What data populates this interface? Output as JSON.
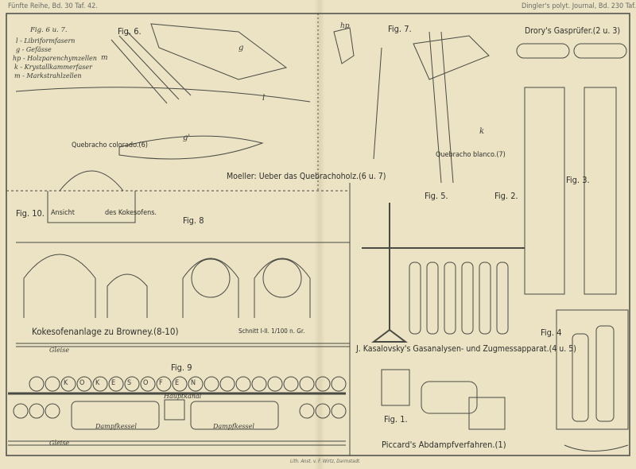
{
  "header": {
    "left": "Fünfte Reihe, Bd. 30 Taf. 42.",
    "right": "Dingler's polyt. Journal, Bd. 230 Taf. 42."
  },
  "legend": {
    "title": "Fig. 6 u. 7.",
    "items": [
      "l - Libriformfasern",
      "g - Gefässe",
      "hp - Holzparenchymzellen",
      "k - Krystallkammerfaser",
      "m - Markstrahlzellen"
    ]
  },
  "figures": {
    "fig6": "Fig. 6.",
    "fig7": "Fig. 7.",
    "fig5": "Fig. 5.",
    "fig2": "Fig. 2.",
    "fig3": "Fig. 3.",
    "fig8": "Fig. 8",
    "fig9": "Fig. 9",
    "fig10": "Fig. 10.",
    "fig4": "Fig. 4",
    "fig1": "Fig. 1."
  },
  "captions": {
    "quebracho_colorado": "Quebracho colorado.(6)",
    "quebracho_blanco": "Quebracho blanco.(7)",
    "moeller": "Moeller: Ueber das Quebrachoholz.(6 u. 7)",
    "drory": "Drory's Gasprüfer.(2 u. 3)",
    "ansicht": "Ansicht",
    "kokesofens": "des Kokesofens.",
    "browney": "Kokesofenanlage zu Browney.(8-10)",
    "schnitt": "Schnitt I-II. 1/100 n. Gr.",
    "kasalovsky": "J. Kasalovsky's Gasanalysen- und Zugmessapparat.(4 u. 5)",
    "piccard": "Piccard's Abdampfverfahren.(1)"
  },
  "labels": {
    "gleise_top": "Gleise",
    "gleise_bottom": "Gleise",
    "hauptkanal": "Hauptkanal",
    "dampfkessel_left": "Dampfkessel",
    "dampfkessel_right": "Dampfkessel",
    "kokesofen_letters": [
      "K",
      "O",
      "K",
      "E",
      "S",
      "O",
      "F",
      "E",
      "N"
    ],
    "g": "g",
    "g2": "g'",
    "m": "m",
    "l": "l",
    "hp": "hp",
    "k": "k"
  },
  "footer": {
    "imprint": "Lith. Anst. v. F. Wirtz, Darmstadt."
  }
}
